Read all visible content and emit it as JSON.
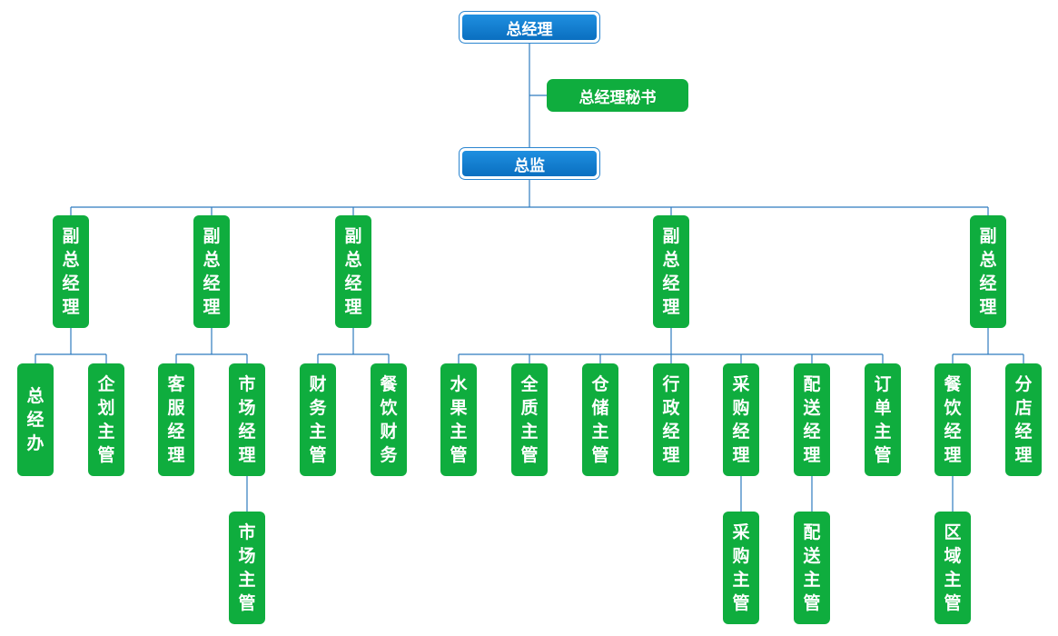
{
  "gm": "总经理",
  "secretary": "总经理秘书",
  "director": "总监",
  "vps": [
    {
      "label": "副总经理",
      "children": [
        {
          "label": "总经办"
        },
        {
          "label": "企划主管"
        }
      ]
    },
    {
      "label": "副总经理",
      "children": [
        {
          "label": "客服经理"
        },
        {
          "label": "市场经理",
          "sub": "市场主管"
        }
      ]
    },
    {
      "label": "副总经理",
      "children": [
        {
          "label": "财务主管"
        },
        {
          "label": "餐饮财务"
        }
      ]
    },
    {
      "label": "副总经理",
      "children": [
        {
          "label": "水果主管"
        },
        {
          "label": "全质主管"
        },
        {
          "label": "仓储主管"
        },
        {
          "label": "行政经理"
        },
        {
          "label": "采购经理",
          "sub": "采购主管"
        },
        {
          "label": "配送经理",
          "sub": "配送主管"
        },
        {
          "label": "订单主管"
        }
      ]
    },
    {
      "label": "副总经理",
      "children": [
        {
          "label": "餐饮经理",
          "sub": "区域主管"
        },
        {
          "label": "分店经理"
        }
      ]
    }
  ]
}
